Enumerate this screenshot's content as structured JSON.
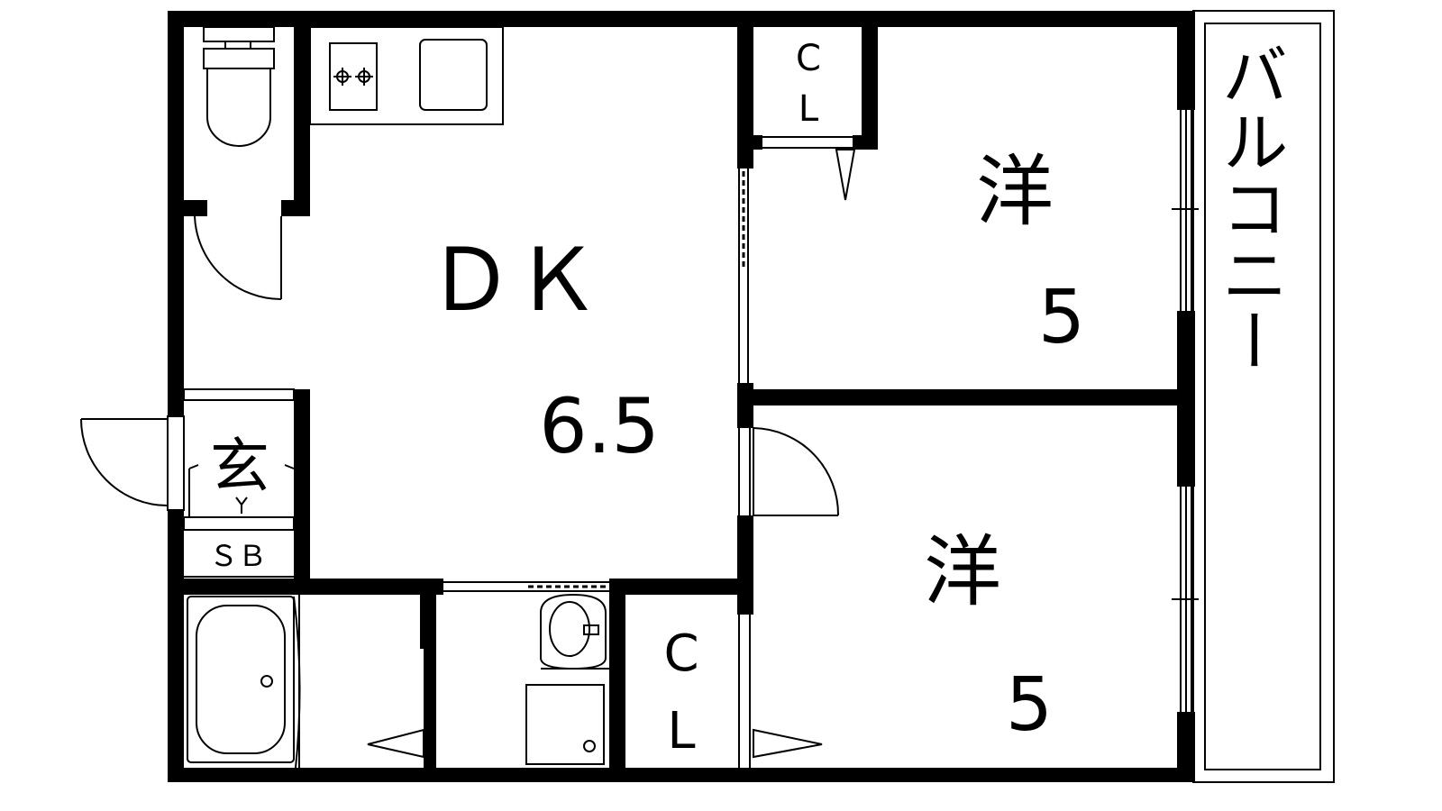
{
  "rooms": {
    "dk": {
      "name": "ＤＫ",
      "size": "6.5"
    },
    "west_room_upper": {
      "name": "洋",
      "size": "5"
    },
    "west_room_lower": {
      "name": "洋",
      "size": "5"
    },
    "closet_upper": {
      "line1": "C",
      "line2": "L"
    },
    "closet_lower": {
      "line1": "C",
      "line2": "L"
    },
    "entrance": {
      "name": "玄"
    },
    "shoe_box": {
      "name": "ＳＢ"
    },
    "balcony": {
      "name": "バルコニー"
    }
  },
  "colors": {
    "wall": "#000000",
    "line": "#000000",
    "background": "#ffffff"
  }
}
